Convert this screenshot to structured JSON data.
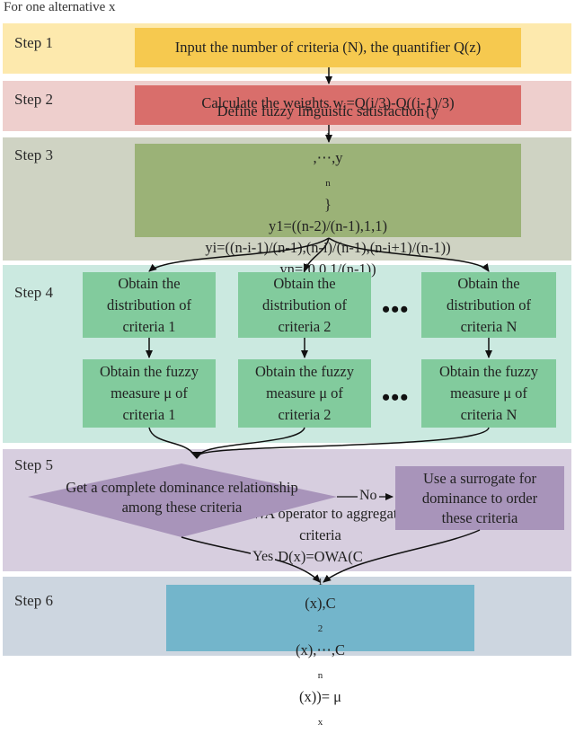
{
  "caption": "For one alternative x",
  "steps": {
    "s1": "Step 1",
    "s2": "Step 2",
    "s3": "Step 3",
    "s4": "Step 4",
    "s5": "Step 5",
    "s6": "Step 6"
  },
  "step1_box": "Input the number of criteria (N), the quantifier Q(z)",
  "step2_box": {
    "prefix": "Calculate the weights w",
    "sub": "i",
    "suffix": "=Q(i/3)-Q((i-1)/3)"
  },
  "step3_box": {
    "line1_prefix": "Define fuzzy linguistic satisfaction{y",
    "line1_sub1": "1",
    "line1_mid": ",⋯,y",
    "line1_sub2": "n",
    "line1_suffix": "}",
    "line2": "y1=((n-2)/(n-1),1,1)",
    "line3": "yi=((n-i-1)/(n-1),(n-i)/(n-1),(n-i+1)/(n-1))",
    "line4": "yn=(0,0,1/(n-1))"
  },
  "step4": {
    "dist": [
      {
        "l1": "Obtain the",
        "l2": "distribution of",
        "l3": "criteria 1"
      },
      {
        "l1": "Obtain the",
        "l2": "distribution of",
        "l3": "criteria 2"
      },
      {
        "l1": "Obtain the",
        "l2": "distribution of",
        "l3": "criteria N"
      }
    ],
    "fuzzy": [
      {
        "l1": "Obtain the fuzzy",
        "l2": "measure μ of",
        "l3": "criteria 1"
      },
      {
        "l1": "Obtain the fuzzy",
        "l2": "measure μ of",
        "l3": "criteria 2"
      },
      {
        "l1": "Obtain the fuzzy",
        "l2": "measure μ of",
        "l3": "criteria N"
      }
    ],
    "ellipsis": "•••"
  },
  "step5": {
    "decision_l1": "Get a complete dominance relationship",
    "decision_l2": "among these criteria",
    "surrogate_l1": "Use a surrogate for",
    "surrogate_l2": "dominance to order",
    "surrogate_l3": "these criteria",
    "no_label": "No",
    "yes_label": "Yes"
  },
  "step6_box": {
    "line1": "Use OWA operator to aggregate the",
    "line2": "criteria",
    "f_a": "D(x)=OWA(C",
    "f_s1": "1",
    "f_b": "(x),C",
    "f_s2": "2",
    "f_c": "(x),⋯,C",
    "f_s3": "n",
    "f_d": "(x))= μ",
    "f_s4": "x"
  },
  "colors": {
    "band1": "#fde9ad",
    "box1": "#f6c94f",
    "band2": "#eecfcd",
    "box2": "#d96e6b",
    "band3": "#cfd3c3",
    "box3": "#9bb277",
    "band4": "#cbe9e0",
    "box4": "#82cb9d",
    "band5": "#d7cedf",
    "box5": "#a894ba",
    "band6": "#cdd6e0",
    "box6": "#73b5cb"
  }
}
